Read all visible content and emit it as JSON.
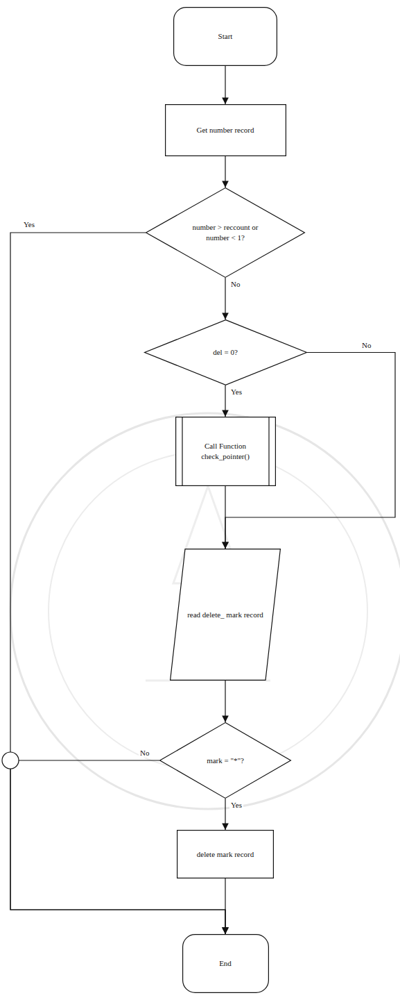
{
  "diagram": {
    "nodes": [
      {
        "text": [
          "Start"
        ]
      },
      {
        "text": [
          "Get number record"
        ]
      },
      {
        "text": [
          "number > reccount or number < 1?"
        ]
      },
      {
        "text": [
          "del = 0?"
        ]
      },
      {
        "text": [
          "Call Function check_pointer()"
        ]
      },
      {
        "text": [
          "read delete_ mark record"
        ]
      },
      {
        "text": [
          "mark = \"*\"?"
        ]
      },
      {
        "text": [
          "delete mark record"
        ]
      },
      {
        "text": [
          "End"
        ]
      }
    ],
    "edges": [
      {
        "from": 0,
        "to": 1,
        "arrow": "to"
      },
      {
        "from": 1,
        "to": 2,
        "arrow": "to"
      },
      {
        "from": 2,
        "to": 3,
        "label": "No",
        "arrow": "to"
      },
      {
        "from": 2,
        "to": 8,
        "label": "Yes",
        "arrow": "to"
      },
      {
        "from": 3,
        "to": 4,
        "label": "Yes",
        "arrow": "to"
      },
      {
        "from": 3,
        "to": 5,
        "label": "No",
        "arrow": "to"
      },
      {
        "from": 4,
        "to": 5,
        "arrow": "to"
      },
      {
        "from": 5,
        "to": 6,
        "arrow": "to"
      },
      {
        "from": 6,
        "to": 7,
        "label": "Yes",
        "arrow": "to"
      },
      {
        "from": 6,
        "to": 8,
        "label": "No",
        "arrow": "to"
      },
      {
        "from": 7,
        "to": 8,
        "arrow": "to"
      }
    ]
  }
}
